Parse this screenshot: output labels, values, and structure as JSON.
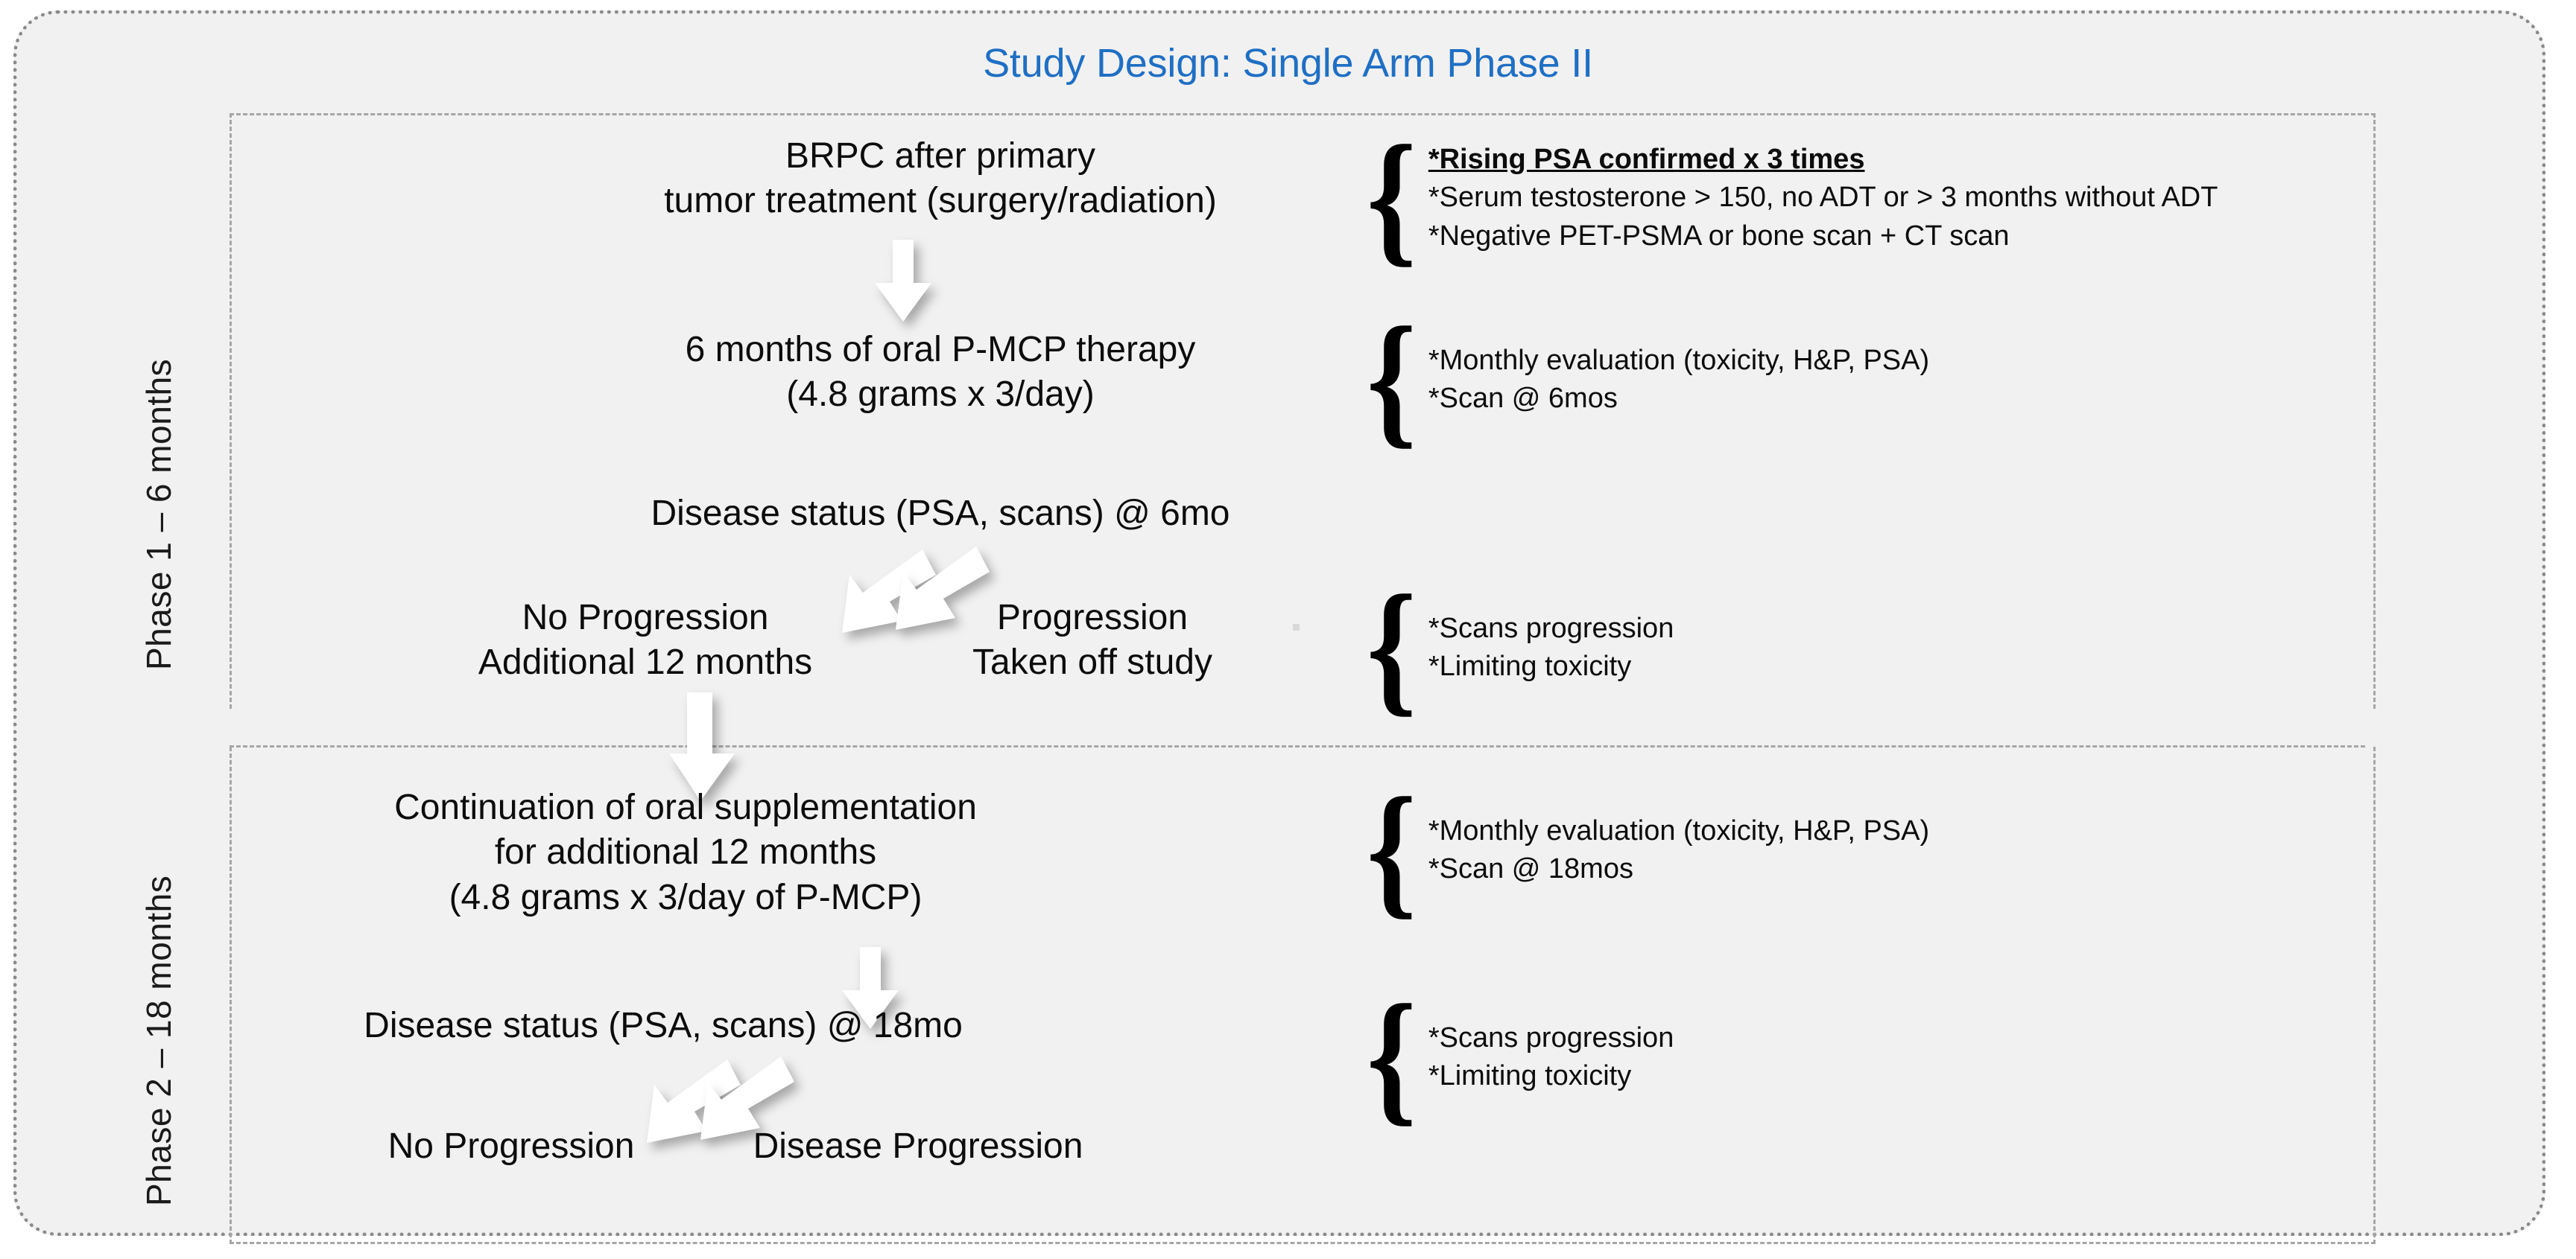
{
  "title": "Study Design: Single Arm Phase II",
  "accent_color": "#1f6fc4",
  "background_color": "#f1f1f1",
  "phases": [
    {
      "label": "Phase 1 – 6 months"
    },
    {
      "label": "Phase 2 – 18 months"
    }
  ],
  "flow": {
    "step1_line1": "BRPC after primary",
    "step1_line2": "tumor treatment (surgery/radiation)",
    "step2_line1": "6 months of oral P-MCP therapy",
    "step2_line2": "(4.8 grams x 3/day)",
    "step3": "Disease status (PSA, scans) @ 6mo",
    "branch1_left_line1": "No Progression",
    "branch1_left_line2": "Additional 12 months",
    "branch1_right_line1": "Progression",
    "branch1_right_line2": "Taken off study",
    "step4_line1": "Continuation of oral supplementation",
    "step4_line2": "for additional 12 months",
    "step4_line3": "(4.8 grams x 3/day of P-MCP)",
    "step5": "Disease status (PSA, scans) @ 18mo",
    "branch2_left": "No Progression",
    "branch2_right": "Disease Progression"
  },
  "annotations": {
    "eligibility": {
      "line1": "*Rising PSA confirmed x 3 times",
      "line2": "*Serum testosterone > 150, no ADT or > 3 months without ADT",
      "line3": "*Negative PET-PSMA or bone scan + CT scan"
    },
    "monitoring_p1": {
      "line1": "*Monthly  evaluation  (toxicity, H&P, PSA)",
      "line2": "*Scan @ 6mos"
    },
    "progression_p1": {
      "line1": "*Scans progression",
      "line2": "*Limiting toxicity"
    },
    "monitoring_p2": {
      "line1": "*Monthly  evaluation  (toxicity, H&P, PSA)",
      "line2": "*Scan @ 18mos"
    },
    "progression_p2": {
      "line1": "*Scans progression",
      "line2": "*Limiting toxicity"
    },
    "brace_glyph": "{"
  }
}
